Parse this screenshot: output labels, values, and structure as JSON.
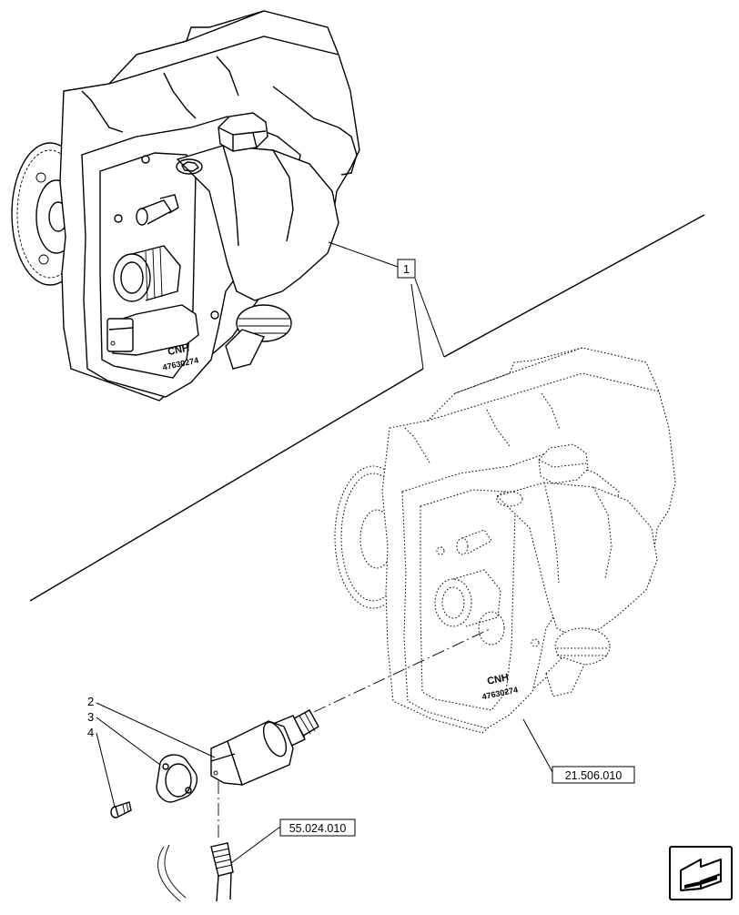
{
  "callouts": {
    "top_item": "1",
    "item_2": "2",
    "item_3": "3",
    "item_4": "4"
  },
  "references": {
    "transmission_ref": "21.506.010",
    "harness_ref": "55.024.010"
  },
  "housing_marking": {
    "brand": "CNH",
    "part_number": "47630274"
  },
  "icons": {
    "nav_arrow": "next-page-arrow-icon"
  }
}
